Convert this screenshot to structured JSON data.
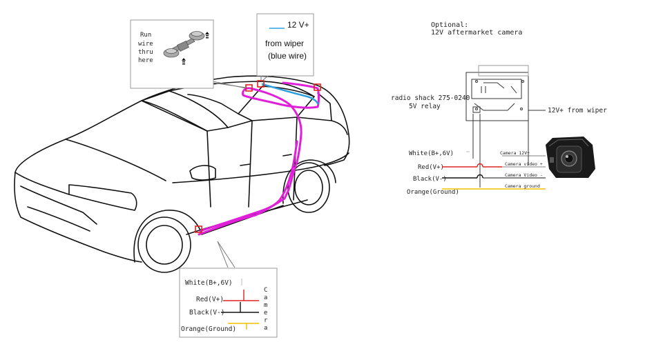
{
  "callout_top_left": {
    "lines": [
      "Run",
      "wire",
      "thru",
      "here"
    ]
  },
  "callout_top_mid": {
    "wire_label": "12 V+",
    "line2": "from wiper",
    "line3": "(blue wire)"
  },
  "callout_bottom": {
    "white": "White(B+,6V)",
    "red": "Red(V+)",
    "black": "Black(V-)",
    "orange": "Orange(Ground)",
    "camera_letters": [
      "C",
      "a",
      "m",
      "e",
      "r",
      "a"
    ]
  },
  "optional": {
    "line1": "Optional:",
    "line2": "12V aftermarket camera"
  },
  "relay": {
    "line1": "radio shack 275-0240",
    "line2": "5V relay",
    "wiper": "12V+ from wiper"
  },
  "wiring": {
    "white": "White(B+,6V)",
    "red": "Red(V+)",
    "black": "Black(V-)",
    "orange": "Orange(Ground)",
    "cam_12v": "Camera 12V+",
    "cam_video_plus": "Camera video +",
    "cam_video_minus": "Camera Video -",
    "cam_ground": "Camera ground"
  },
  "colors": {
    "magenta": "#e020d8",
    "blue": "#2aa0e0",
    "red": "#e02020",
    "orange": "#f0c000",
    "black": "#111111"
  }
}
